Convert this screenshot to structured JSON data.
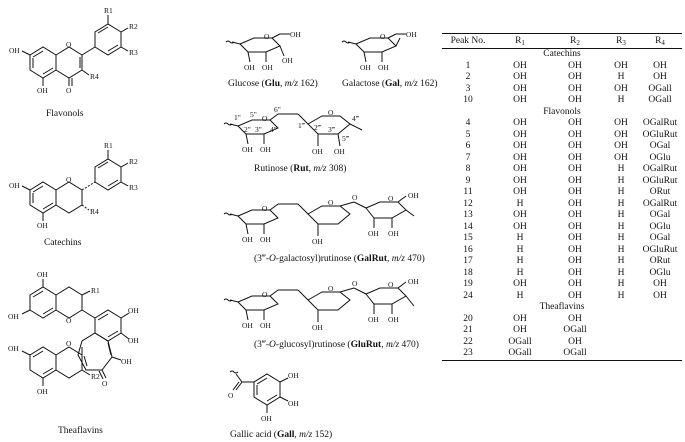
{
  "captions": {
    "flavonols": "Flavonols",
    "catechins": "Catechins",
    "theaflavins": "Theaflavins",
    "glucose": {
      "name": "Glucose (",
      "abbr": "Glu",
      "sep": ", ",
      "mz": "m/z",
      "val": " 162)"
    },
    "galactose": {
      "name": "Galactose (",
      "abbr": "Gal",
      "sep": ", ",
      "mz": "m/z",
      "val": " 162)"
    },
    "rutinose": {
      "name": "Rutinose (",
      "abbr": "Rut",
      "sep": ", ",
      "mz": "m/z",
      "val": " 308)"
    },
    "galrut": {
      "pre": "(3‴-",
      "o": "O",
      "name": "-galactosyl)rutinose (",
      "abbr": "GalRut",
      "sep": ", ",
      "mz": "m/z",
      "val": " 470)"
    },
    "glurut": {
      "pre": "(3‴-",
      "o": "O",
      "name": "-glucosyl)rutinose (",
      "abbr": "GluRut",
      "sep": ", ",
      "mz": "m/z",
      "val": " 470)"
    },
    "gallic": {
      "name": "Gallic acid (",
      "abbr": "Gall",
      "sep": ", ",
      "mz": "m/z",
      "val": " 152)"
    }
  },
  "atoms": {
    "oh": "OH",
    "o": "O",
    "r1": "R1",
    "r2": "R2",
    "r3": "R3",
    "r4": "R4",
    "s1": "1\"",
    "s2": "2\"",
    "s3": "3\"",
    "s4": "4\"",
    "s5": "5\"",
    "s6": "6\"",
    "t1": "1‴",
    "t2": "2‴",
    "t3": "3‴",
    "t4": "4‴",
    "t5": "5‴"
  },
  "table": {
    "headers": [
      "Peak No.",
      "R",
      "R",
      "R",
      "R"
    ],
    "header_subs": [
      "",
      "1",
      "2",
      "3",
      "4"
    ],
    "groups": [
      {
        "name": "Catechins",
        "rows": [
          [
            "1",
            "OH",
            "OH",
            "OH",
            "OH"
          ],
          [
            "2",
            "OH",
            "OH",
            "H",
            "OH"
          ],
          [
            "3",
            "OH",
            "OH",
            "OH",
            "OGall"
          ],
          [
            "10",
            "OH",
            "OH",
            "H",
            "OGall"
          ]
        ]
      },
      {
        "name": "Flavonols",
        "rows": [
          [
            "4",
            "OH",
            "OH",
            "OH",
            "OGalRut"
          ],
          [
            "5",
            "OH",
            "OH",
            "OH",
            "OGluRut"
          ],
          [
            "6",
            "OH",
            "OH",
            "OH",
            "OGal"
          ],
          [
            "7",
            "OH",
            "OH",
            "OH",
            "OGlu"
          ],
          [
            "8",
            "OH",
            "OH",
            "H",
            "OGalRut"
          ],
          [
            "9",
            "OH",
            "OH",
            "H",
            "OGluRut"
          ],
          [
            "11",
            "OH",
            "OH",
            "H",
            "ORut"
          ],
          [
            "12",
            "H",
            "OH",
            "H",
            "OGalRut"
          ],
          [
            "13",
            "OH",
            "OH",
            "H",
            "OGal"
          ],
          [
            "14",
            "OH",
            "OH",
            "H",
            "OGlu"
          ],
          [
            "15",
            "H",
            "OH",
            "H",
            "OGal"
          ],
          [
            "16",
            "H",
            "OH",
            "H",
            "OGluRut"
          ],
          [
            "17",
            "H",
            "OH",
            "H",
            "ORut"
          ],
          [
            "18",
            "H",
            "OH",
            "H",
            "OGlu"
          ],
          [
            "19",
            "OH",
            "OH",
            "H",
            "OH"
          ],
          [
            "24",
            "H",
            "OH",
            "H",
            "OH"
          ]
        ]
      },
      {
        "name": "Theaflavins",
        "rows": [
          [
            "20",
            "OH",
            "OH",
            "",
            ""
          ],
          [
            "21",
            "OH",
            "OGall",
            "",
            ""
          ],
          [
            "22",
            "OGall",
            "OH",
            "",
            ""
          ],
          [
            "23",
            "OGall",
            "OGall",
            "",
            ""
          ]
        ]
      }
    ]
  }
}
